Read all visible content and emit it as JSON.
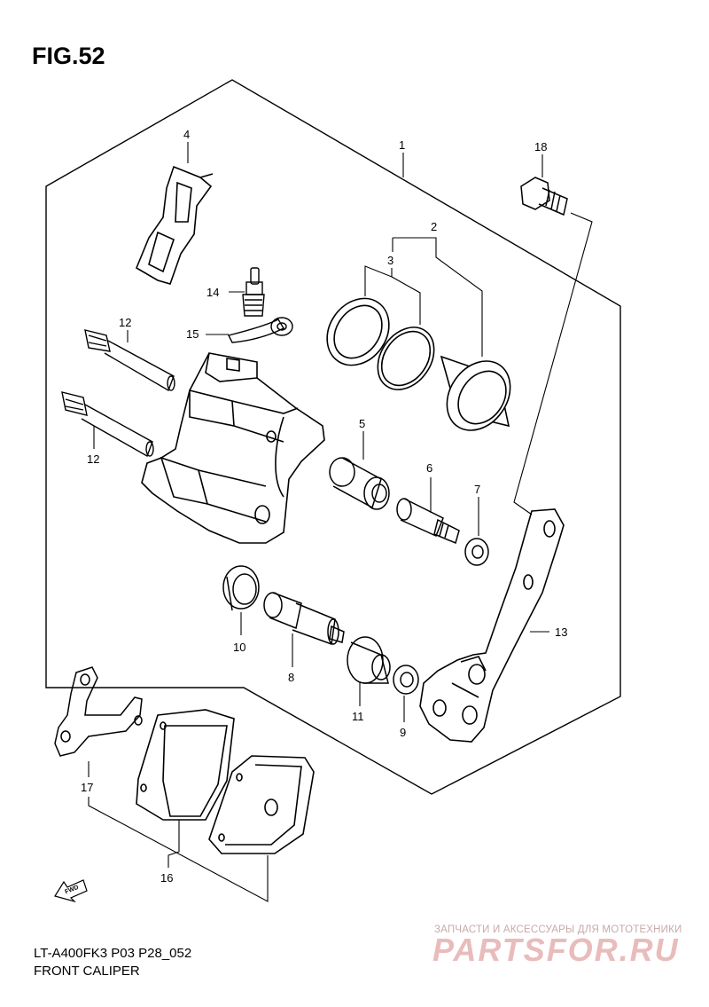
{
  "figure": {
    "title": "FIG.52",
    "code": "LT-A400FK3 P03 P28_052",
    "name": "FRONT CALIPER"
  },
  "callouts": [
    "1",
    "2",
    "3",
    "4",
    "5",
    "6",
    "7",
    "8",
    "9",
    "10",
    "11",
    "12",
    "12",
    "13",
    "14",
    "15",
    "16",
    "17",
    "18"
  ],
  "direction_badge": "FWD",
  "watermark": {
    "caption": "ЗАПЧАСТИ И АКСЕССУАРЫ ДЛЯ МОТОТЕХНИКИ",
    "logo": "PARTSFOR.RU"
  }
}
